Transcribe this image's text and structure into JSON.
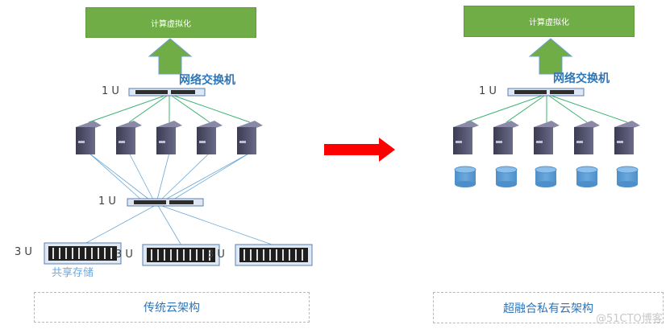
{
  "left": {
    "compute_label": "计算虚拟化",
    "switch_label": "网络交换机",
    "top_switch_u": "1 U",
    "mid_switch_u": "1 U",
    "storage_u": [
      "3 U",
      "3 U",
      "3 U"
    ],
    "storage_label": "共享存储",
    "caption": "传统云架构"
  },
  "right": {
    "compute_label": "计算虚拟化",
    "switch_label": "网络交换机",
    "switch_u": "1 U",
    "caption": "超融合私有云架构"
  },
  "watermark": "@51CTO博客",
  "colors": {
    "compute_box": "#70ad47",
    "up_arrow": "#70ad47",
    "transition_arrow": "#ff0000",
    "label_blue": "#2e75b6",
    "storage_disk": "#5b9bd5"
  }
}
